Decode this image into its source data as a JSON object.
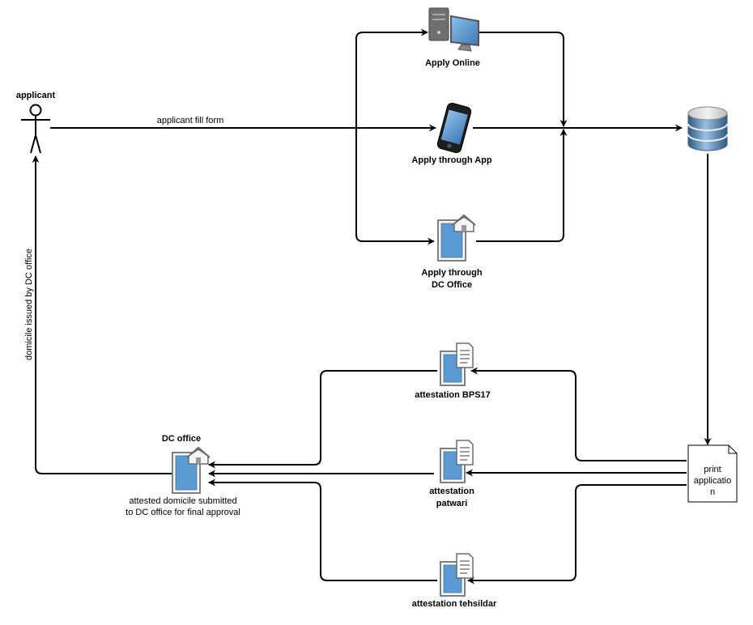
{
  "actor": {
    "label": "applicant"
  },
  "edges": {
    "fill_form": "applicant fill form",
    "issued": "domicile issued by DC office",
    "submitted_line1": "attested domicile submitted",
    "submitted_line2": "to DC office for final approval"
  },
  "channels": {
    "online": "Apply Online",
    "app": "Apply through App",
    "dc_line1": "Apply through",
    "dc_line2": "DC Office"
  },
  "attestation": {
    "bps17": "attestation BPS17",
    "patwari_line1": "attestation",
    "patwari_line2": "patwari",
    "tehsildar": "attestation tehsildar"
  },
  "dc_office": {
    "label": "DC office"
  },
  "print_doc": {
    "line1": "print",
    "line2": "applicatio",
    "line3": "n"
  },
  "icons": [
    "stick-figure-icon",
    "desktop-computer-icon",
    "mobile-phone-icon",
    "office-document-icon",
    "database-icon",
    "attestation-document-icon",
    "paper-note-icon"
  ],
  "colors": {
    "doc_fill": "#5b9bd5",
    "stroke": "#000000",
    "icon_gray": "#808080"
  }
}
